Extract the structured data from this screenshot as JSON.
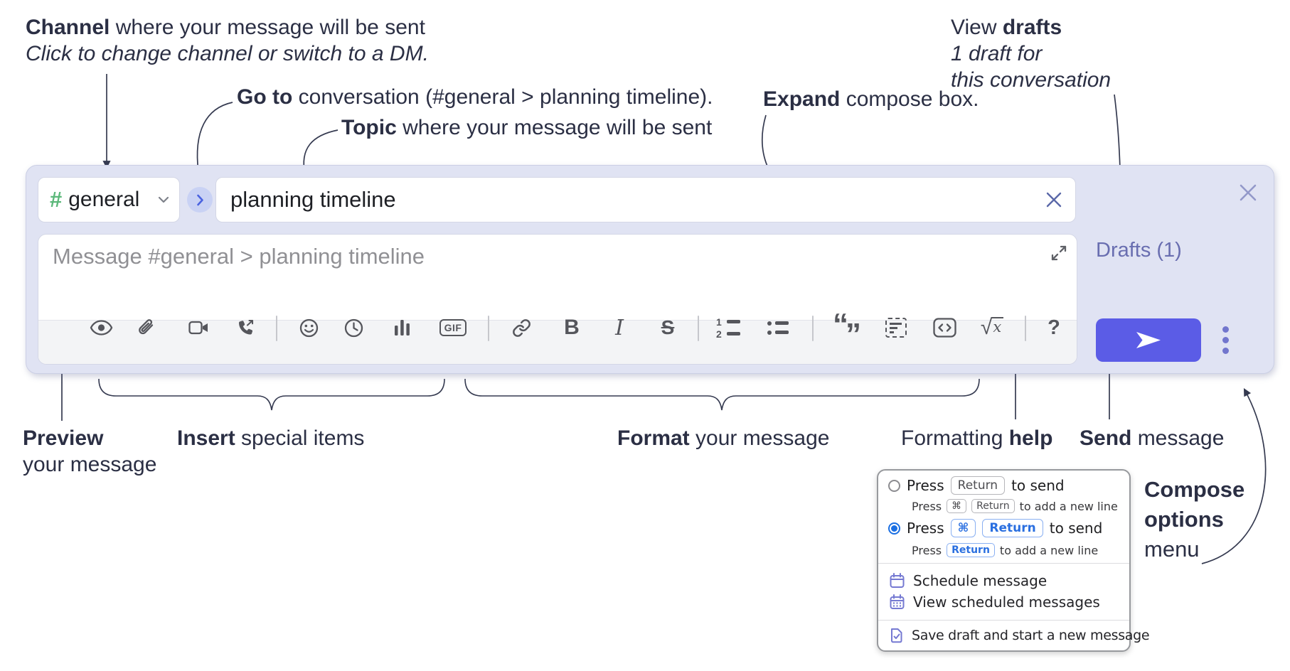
{
  "annotations": {
    "channel": {
      "bold": "Channel",
      "rest": " where your message will be sent",
      "line2": "Click to change channel or switch to a DM."
    },
    "goto": {
      "bold": "Go to",
      "rest": " conversation (#general > planning timeline)."
    },
    "topic": {
      "bold": "Topic",
      "rest": " where your message will be sent"
    },
    "expand": {
      "bold": "Expand",
      "rest": " compose box."
    },
    "drafts": {
      "lead": "View ",
      "bold": "drafts",
      "line2": "1 draft for",
      "line3": "this conversation"
    },
    "preview": {
      "bold": "Preview",
      "line2": "your message"
    },
    "insert": {
      "bold": "Insert",
      "rest": " special items"
    },
    "format": {
      "bold": "Format",
      "rest": " your message"
    },
    "formatting_help": {
      "lead": "Formatting ",
      "bold": "help"
    },
    "send": {
      "bold": "Send",
      "rest": " message"
    },
    "compose_options": {
      "line1": "Compose",
      "line2": "options",
      "line3": "menu"
    }
  },
  "compose": {
    "channel_hash": "#",
    "channel_name": "general",
    "topic_value": "planning timeline",
    "message_placeholder": "Message #general > planning timeline",
    "drafts_link": "Drafts (1)"
  },
  "toolbar": {
    "gif_label": "GIF",
    "bold_label": "B",
    "italic_label": "I",
    "strike_label": "S",
    "ol_num1": "1",
    "ol_num2": "2",
    "quote_open": "“",
    "quote_close": "”",
    "sqrt_symbol": "√",
    "math_x": "x",
    "help_label": "?"
  },
  "popup": {
    "option1": {
      "press": "Press",
      "key1": "Return",
      "after": "to send",
      "sub_press": "Press",
      "sub_key1": "⌘",
      "sub_key2": "Return",
      "sub_after": "to add a new line"
    },
    "option2": {
      "press": "Press",
      "key1": "⌘",
      "key2": "Return",
      "after": "to send",
      "sub_press": "Press",
      "sub_key1": "Return",
      "sub_after": "to add a new line"
    },
    "menu_items": [
      {
        "label": "Schedule message"
      },
      {
        "label": "View scheduled messages"
      },
      {
        "label": "Save draft and start a new message"
      }
    ]
  },
  "colors": {
    "accent_send": "#5b5ce6",
    "compose_bg": "#e0e3f3",
    "channel_hash_green": "#5cb87a",
    "drafts_link": "#696eb0",
    "key_blue": "#2a6fe0",
    "radio_selected": "#1a6fe3",
    "menu_icon_purple": "#7579d2",
    "annotation_text": "#2b2f44"
  }
}
